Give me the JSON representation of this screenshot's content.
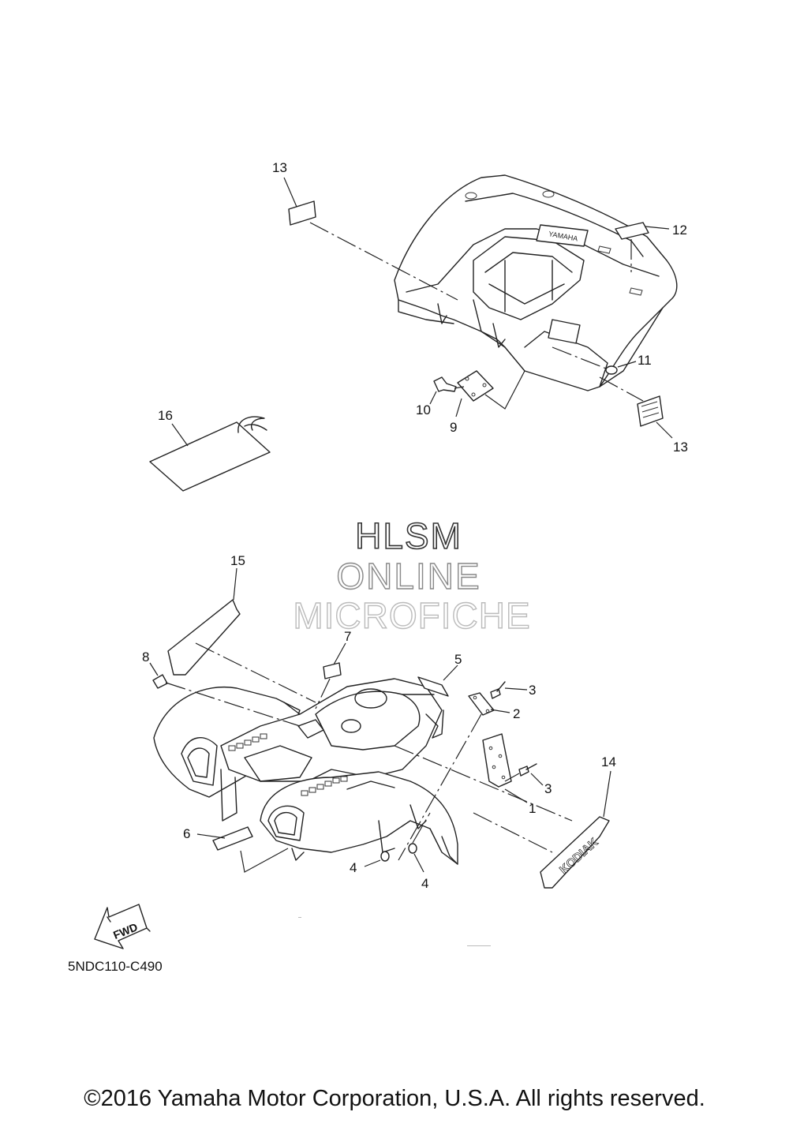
{
  "watermark": {
    "line1": "HLSM",
    "line2": "ONLINE",
    "line3": "MICROFICHE"
  },
  "callouts": {
    "c1": "1",
    "c2": "2",
    "c3a": "3",
    "c3b": "3",
    "c4a": "4",
    "c4b": "4",
    "c5": "5",
    "c6": "6",
    "c7": "7",
    "c8": "8",
    "c9": "9",
    "c10": "10",
    "c11": "11",
    "c12": "12",
    "c13a": "13",
    "c13b": "13",
    "c14": "14",
    "c15": "15",
    "c16": "16"
  },
  "fwd_arrow_label": "FWD",
  "diagram_code": "5NDC110-C490",
  "copyright": "©2016 Yamaha Motor Corporation, U.S.A. All rights reserved."
}
